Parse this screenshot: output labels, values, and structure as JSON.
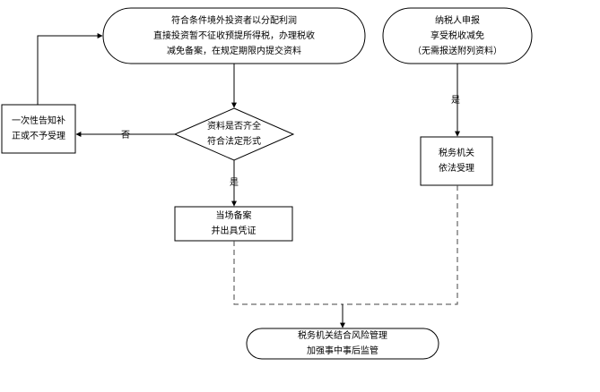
{
  "nodes": {
    "start_left": {
      "lines": [
        "符合条件境外投资者以分配利润",
        "直接投资暂不征收预提所得税，办理税收",
        "减免备案，在规定期限内提交资料"
      ]
    },
    "start_right": {
      "lines": [
        "纳税人申报",
        "享受税收减免",
        "（无需报送附列资料）"
      ]
    },
    "decision": {
      "lines": [
        "资料是否齐全",
        "符合法定形式"
      ]
    },
    "reject": {
      "lines": [
        "一次性告知补",
        "正或不予受理"
      ]
    },
    "accept_right": {
      "lines": [
        "税务机关",
        "依法受理"
      ]
    },
    "record": {
      "lines": [
        "当场备案",
        "并出具凭证"
      ]
    },
    "supervise": {
      "lines": [
        "税务机关结合风险管理",
        "加强事中事后监管"
      ]
    }
  },
  "edges": {
    "decision_no": "否",
    "decision_yes": "是",
    "right_yes": "是"
  }
}
